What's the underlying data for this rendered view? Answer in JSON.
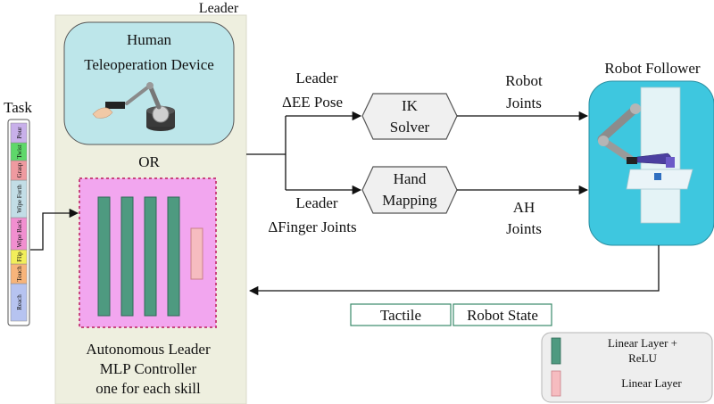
{
  "leader_title": "Leader",
  "human_device": {
    "line1": "Human",
    "line2": "Teleoperation Device"
  },
  "or_label": "OR",
  "autonomous": {
    "line1": "Autonomous Leader",
    "line2": "MLP Controller",
    "line3": "one for each skill"
  },
  "task": {
    "title": "Task",
    "skills": [
      "Reach",
      "Touch",
      "Flip",
      "Wipe Back",
      "Wipe Forth",
      "Grasp",
      "Twist",
      "Pour"
    ]
  },
  "arrows": {
    "ee_pose": {
      "line1": "Leader",
      "line2": "ΔEE Pose"
    },
    "finger_joints": {
      "line1": "Leader",
      "line2": "ΔFinger Joints"
    },
    "robot_joints": {
      "line1": "Robot",
      "line2": "Joints"
    },
    "ah_joints": {
      "line1": "AH",
      "line2": "Joints"
    }
  },
  "ik_solver": {
    "line1": "IK",
    "line2": "Solver"
  },
  "hand_mapping": {
    "line1": "Hand",
    "line2": "Mapping"
  },
  "robot_follower": "Robot Follower",
  "feedback": {
    "tactile": "Tactile",
    "robot_state": "Robot State"
  },
  "legend": {
    "linear_relu_1": "Linear Layer +",
    "linear_relu_2": "ReLU",
    "linear": "Linear Layer"
  },
  "colors": {
    "leader_panel": "#eeefdf",
    "human_box": "#bde6ea",
    "mlp_box": "#f2a6ef",
    "mlp_border": "#c9457f",
    "linear_relu": "#4e9a80",
    "linear": "#f6bcc0",
    "follower_box": "#3ec7df",
    "hex_fill": "#f0f0f0",
    "feedback_border": "#3a8a6a"
  }
}
